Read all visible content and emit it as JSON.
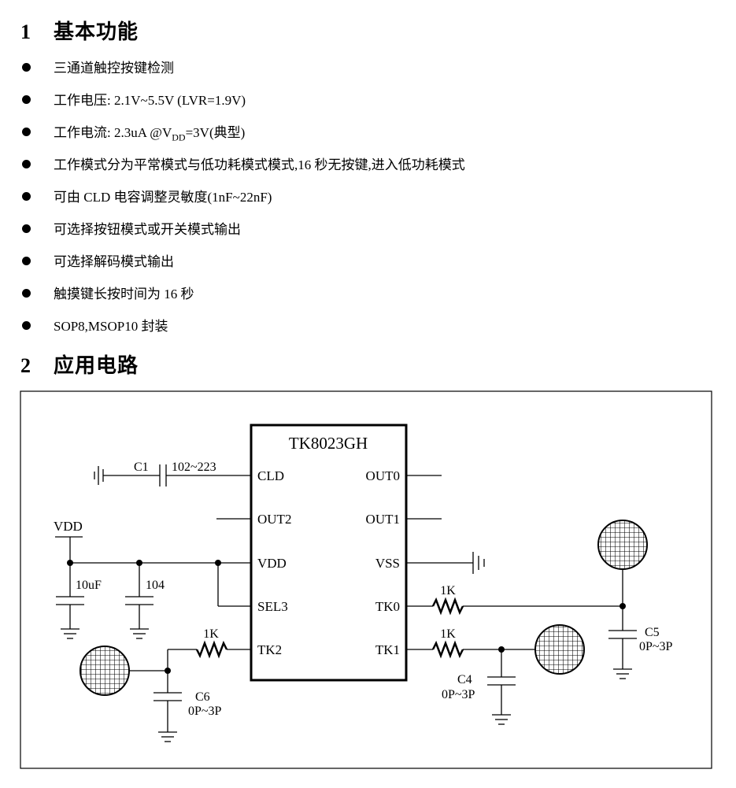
{
  "sections": [
    {
      "number": "1",
      "title": "基本功能"
    },
    {
      "number": "2",
      "title": "应用电路"
    }
  ],
  "features": [
    "三通道触控按键检测",
    "工作电压: 2.1V~5.5V (LVR=1.9V)",
    {
      "pre": "工作电流: 2.3uA @V",
      "sub": "DD",
      "post": "=3V(典型)"
    },
    "工作模式分为平常模式与低功耗模式模式,16 秒无按键,进入低功耗模式",
    "可由 CLD 电容调整灵敏度(1nF~22nF)",
    "可选择按钮模式或开关模式输出",
    "可选择解码模式输出",
    "触摸键长按时间为 16 秒",
    "SOP8,MSOP10 封装"
  ],
  "circuit": {
    "chip_name": "TK8023GH",
    "pins_left": [
      "CLD",
      "OUT2",
      "VDD",
      "SEL3",
      "TK2"
    ],
    "pins_right": [
      "OUT0",
      "OUT1",
      "VSS",
      "TK0",
      "TK1"
    ],
    "c1_label": "C1",
    "c1_value": "102~223",
    "vdd_label": "VDD",
    "cap_10uf": "10uF",
    "cap_104": "104",
    "r_tk0": "1K",
    "r_tk1": "1K",
    "r_tk2": "1K",
    "c4_label": "C4",
    "c4_value": "0P~3P",
    "c5_label": "C5",
    "c5_value": "0P~3P",
    "c6_label": "C6",
    "c6_value": "0P~3P"
  }
}
